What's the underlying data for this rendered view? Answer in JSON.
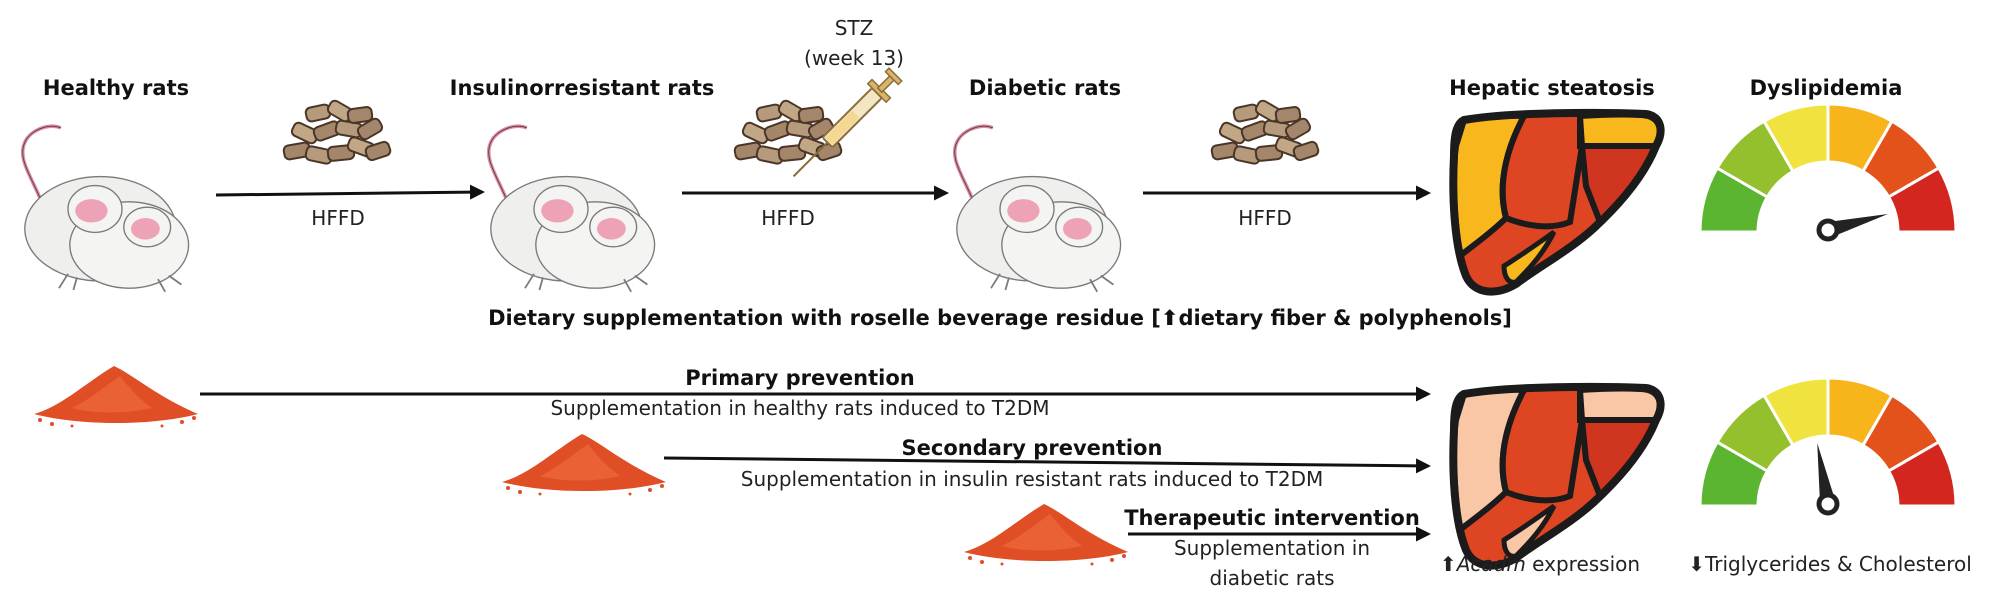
{
  "top_row": {
    "healthy": "Healthy rats",
    "insulin": "Insulinorresistant rats",
    "diabetic": "Diabetic rats",
    "steatosis": "Hepatic steatosis",
    "dyslipidemia": "Dyslipidemia",
    "arrow_labels": [
      "HFFD",
      "HFFD",
      "HFFD"
    ],
    "stz_line1": "STZ",
    "stz_line2": "(week 13)"
  },
  "supplement_header": "Dietary supplementation with roselle beverage residue [⬆dietary fiber & polyphenols]",
  "interventions": [
    {
      "title": "Primary prevention",
      "desc": "Supplementation in healthy rats induced to T2DM"
    },
    {
      "title": "Secondary prevention",
      "desc": "Supplementation in insulin resistant rats induced to T2DM"
    },
    {
      "title": "Therapeutic intervention",
      "desc_line1": "Supplementation in",
      "desc_line2": "diabetic rats"
    }
  ],
  "outcomes": {
    "acadm_prefix": "⬆",
    "acadm_gene": "Acadm",
    "acadm_suffix": " expression",
    "lipids": "⬇Triglycerides & Cholesterol"
  },
  "colors": {
    "gauge": [
      "#5cb531",
      "#93c02c",
      "#f1e33f",
      "#f7b51b",
      "#e4521b",
      "#d2261f"
    ],
    "liver_red": "#de4522",
    "liver_dark": "#d03520",
    "steatosis_fat": "#f9b71e",
    "healthy_fat": "#f9c6a6",
    "powder": "#e04e26"
  }
}
